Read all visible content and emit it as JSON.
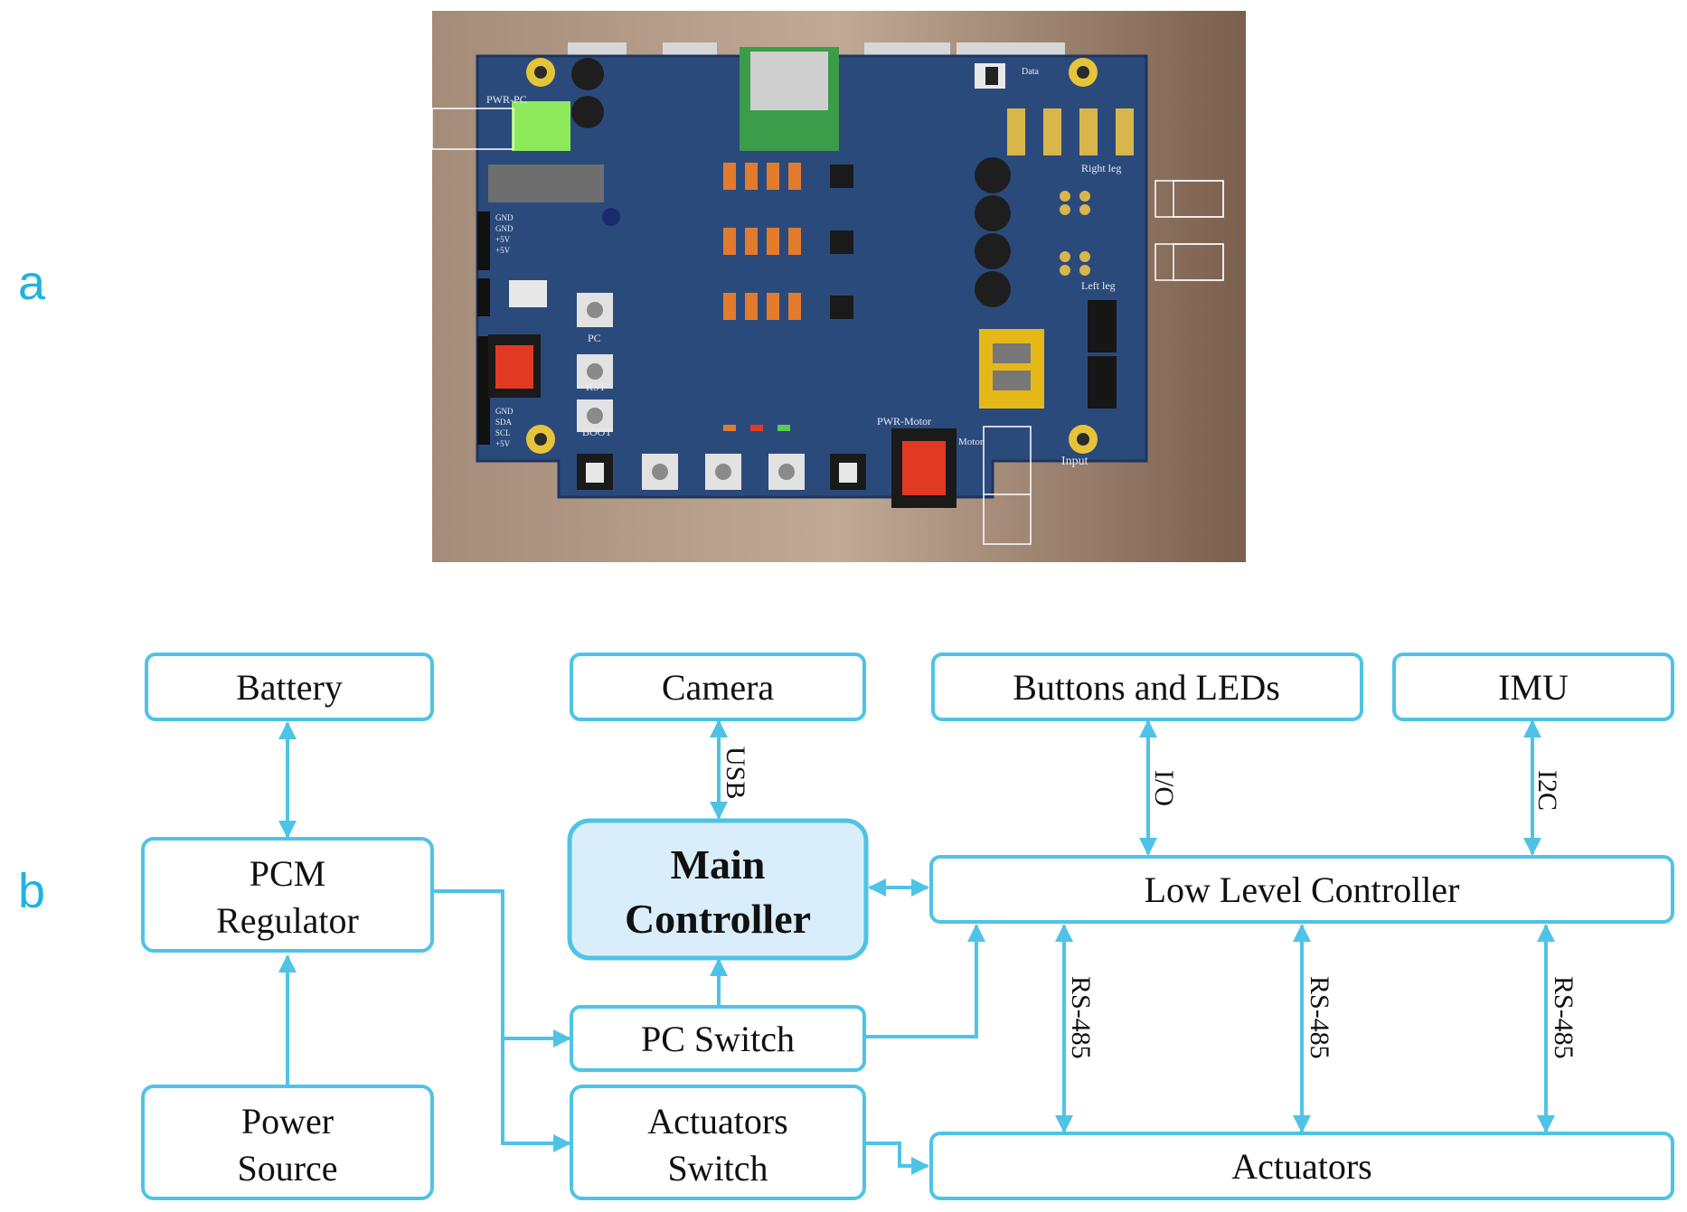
{
  "panels": {
    "a": "a",
    "b": "b"
  },
  "colors": {
    "accent": "#4fc3e6",
    "letter": "#1fb3e0",
    "main_fill": "#d9eefa",
    "pcb_board": "#2b4a7c"
  },
  "pcb": {
    "labels": {
      "pwr_pc": "PWR-PC",
      "gnd1": "GND",
      "gnd2": "GND",
      "v5a": "+5V",
      "v5b": "+5V",
      "pc": "PC",
      "rst": "RST",
      "boot": "BOOT",
      "gnd3": "GND",
      "sda": "SDA",
      "scl": "SCL",
      "v5c": "+5V",
      "right_leg": "Right leg",
      "left_leg": "Left leg",
      "pwr_motor": "PWR-Motor",
      "motor": "Motor",
      "input": "Input",
      "data": "Data"
    }
  },
  "diagram": {
    "nodes": {
      "battery": "Battery",
      "camera": "Camera",
      "buttons_leds": "Buttons and LEDs",
      "imu": "IMU",
      "pcm_line1": "PCM",
      "pcm_line2": "Regulator",
      "main_line1": "Main",
      "main_line2": "Controller",
      "low_level": "Low Level Controller",
      "pc_switch": "PC Switch",
      "power_line1": "Power",
      "power_line2": "Source",
      "act_switch_line1": "Actuators",
      "act_switch_line2": "Switch",
      "actuators": "Actuators"
    },
    "edges": {
      "usb": "USB",
      "io": "I/O",
      "i2c": "I2C",
      "rs485_1": "RS-485",
      "rs485_2": "RS-485",
      "rs485_3": "RS-485"
    }
  }
}
